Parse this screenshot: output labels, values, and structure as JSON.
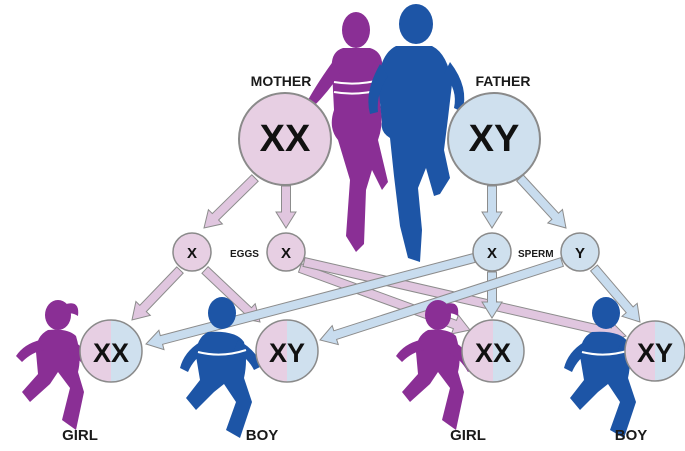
{
  "parents": {
    "mother": {
      "label": "MOTHER",
      "chromosomes": "XX"
    },
    "father": {
      "label": "FATHER",
      "chromosomes": "XY"
    }
  },
  "gametes": {
    "eggs_label": "EGGS",
    "sperm_label": "SPERM",
    "egg_1": "X",
    "egg_2": "X",
    "sperm_1": "X",
    "sperm_2": "Y"
  },
  "children": [
    {
      "label": "GIRL",
      "chromosomes": "XX"
    },
    {
      "label": "BOY",
      "chromosomes": "XY"
    },
    {
      "label": "GIRL",
      "chromosomes": "XX"
    },
    {
      "label": "BOY",
      "chromosomes": "XY"
    }
  ],
  "colors": {
    "female_circle": "#e7cfe3",
    "male_circle": "#cfe0ee",
    "circle_stroke": "#8a8a8a",
    "female_figure": "#8a2f95",
    "male_figure": "#1d55a6",
    "female_arrow": "#e0c6df",
    "male_arrow": "#c8dcee",
    "arrow_stroke": "#8c8c8c"
  }
}
